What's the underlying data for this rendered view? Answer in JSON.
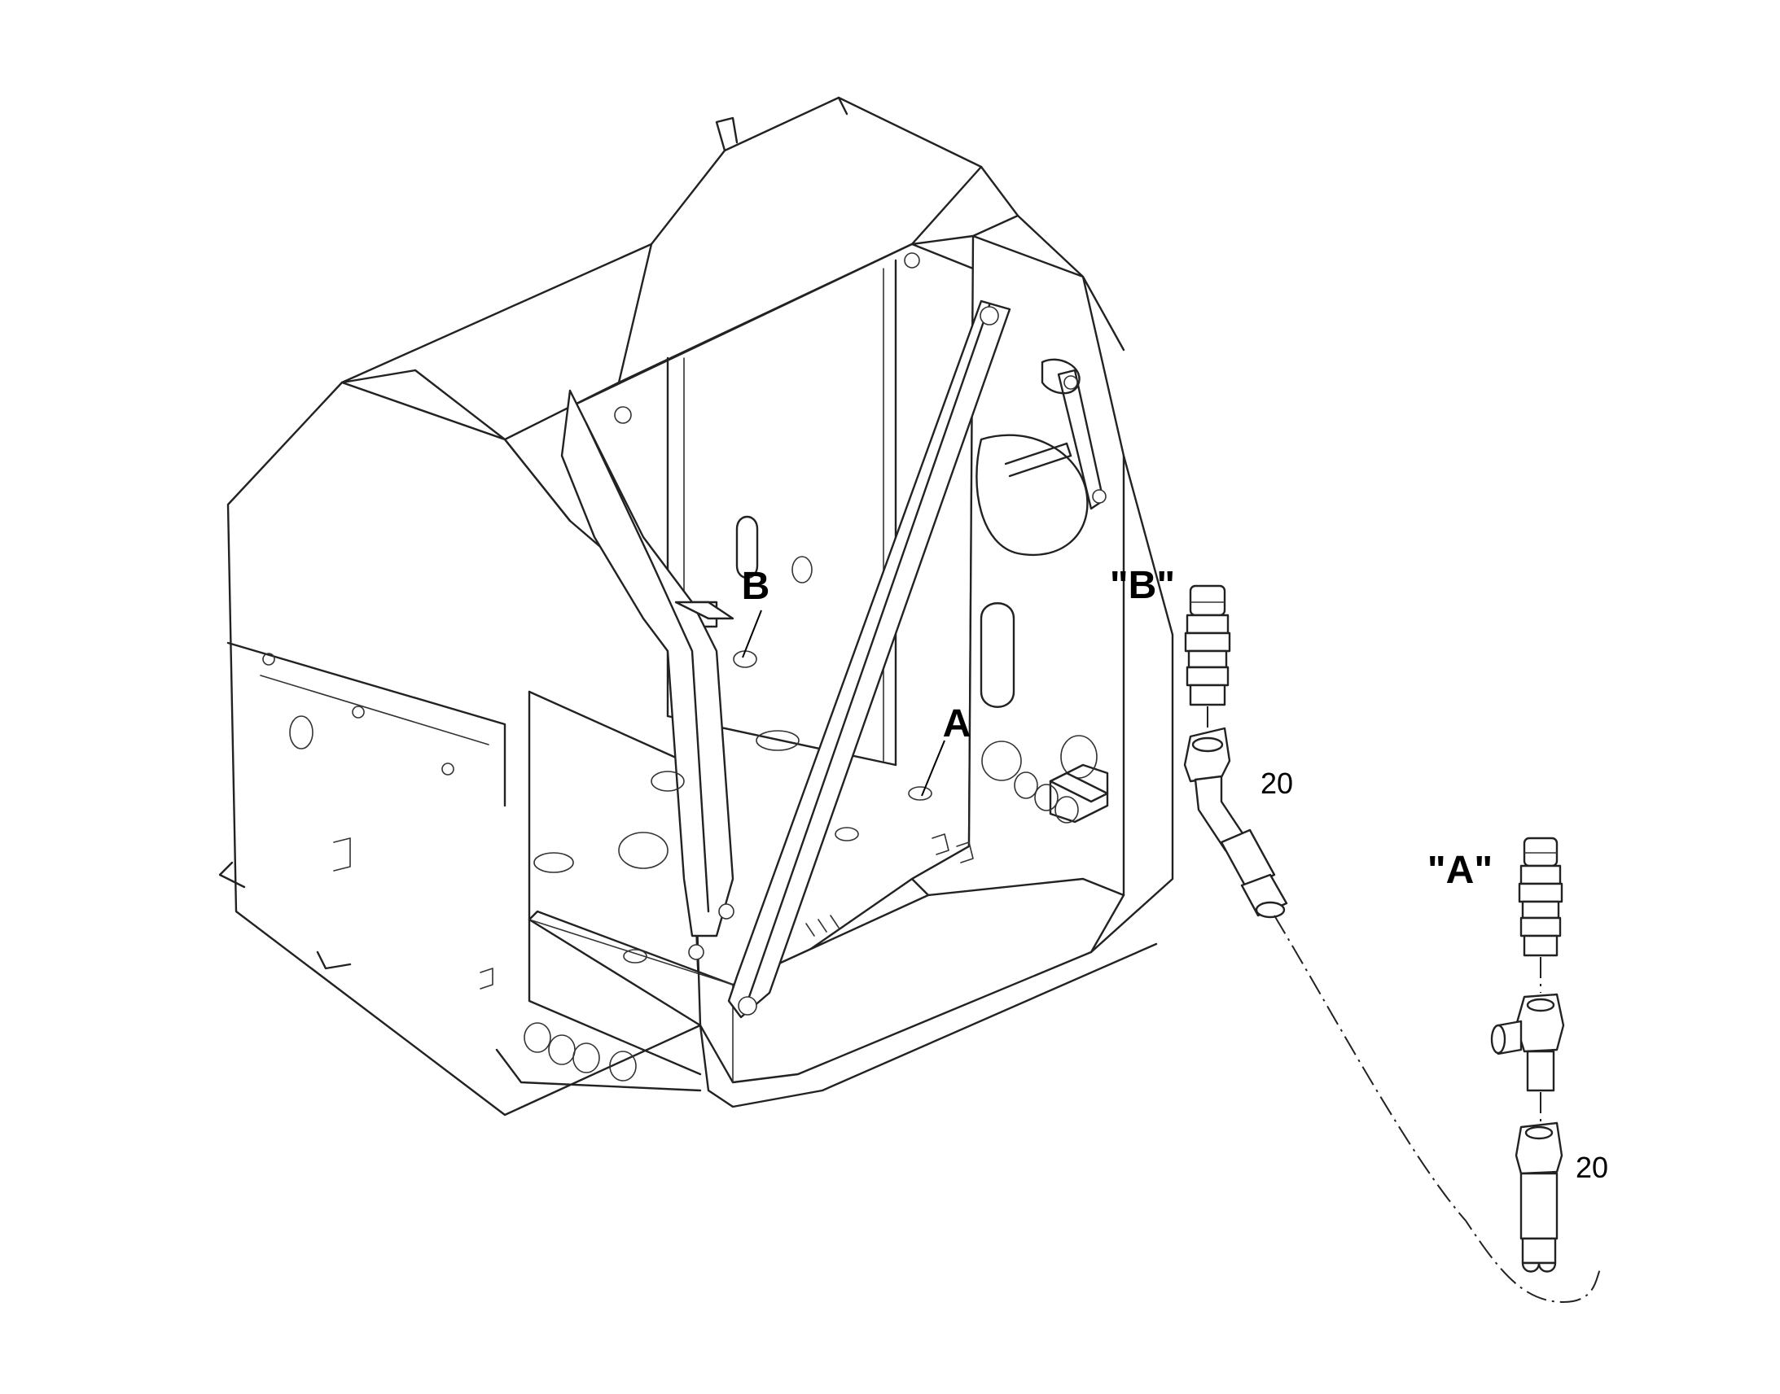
{
  "labels": {
    "point_b": "B",
    "point_a": "A",
    "view_b": "\"B\"",
    "view_a": "\"A\"",
    "item_hose_upper": "20",
    "item_hose_lower": "20"
  }
}
